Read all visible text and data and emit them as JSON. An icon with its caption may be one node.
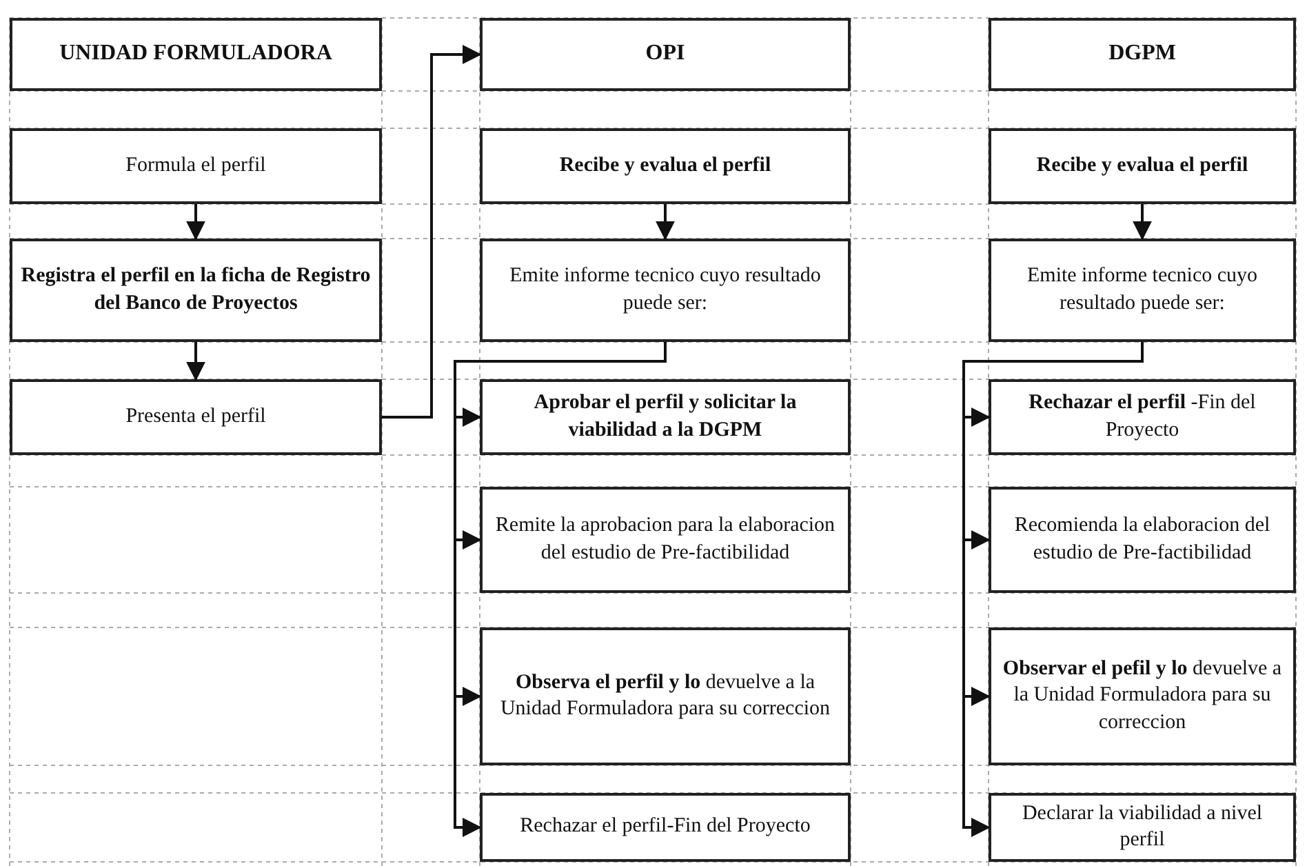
{
  "diagram": {
    "nodes": [
      {
        "text": [
          "UNIDAD FORMULADORA"
        ]
      },
      {
        "text": [
          "OPI"
        ]
      },
      {
        "text": [
          "DGPM"
        ]
      },
      {
        "text": [
          "Formula el perfil"
        ]
      },
      {
        "text": [
          "Recibe y evalua el perfil"
        ]
      },
      {
        "text": [
          "Recibe y evalua el perfil"
        ]
      },
      {
        "text": [
          "Registra el perfil en la ficha de Registro del Banco de Proyectos"
        ]
      },
      {
        "text": [
          "Emite informe tecnico cuyo resultado puede ser:"
        ]
      },
      {
        "text": [
          "Emite informe tecnico cuyo resultado puede ser:"
        ]
      },
      {
        "text": [
          "Presenta el perfil"
        ]
      },
      {
        "text": [
          "Aprobar el perfil y solicitar la viabilidad a la DGPM"
        ]
      },
      {
        "text": [
          "**Rechazar el perfil** -Fin del Proyecto"
        ]
      },
      {
        "text": [
          "Remite la aprobacion para la elaboracion del estudio de Pre-factibilidad"
        ]
      },
      {
        "text": [
          "Recomienda la elaboracion del estudio de Pre-factibilidad"
        ]
      },
      {
        "text": [
          "**Observa el perfil y lo** devuelve a la Unidad Formuladora para su correccion"
        ]
      },
      {
        "text": [
          "**Observar el pefil y lo** devuelve a la Unidad Formuladora para su correccion"
        ]
      },
      {
        "text": [
          "Rechazar el perfil-Fin del Proyecto"
        ]
      },
      {
        "text": [
          "Declarar la viabilidad a nivel perfil"
        ]
      }
    ],
    "edges": [
      {
        "from": 3,
        "to": 6,
        "arrow": "to"
      },
      {
        "from": 6,
        "to": 9,
        "arrow": "to"
      },
      {
        "from": 9,
        "to": 1,
        "arrow": "to"
      },
      {
        "from": 4,
        "to": 7,
        "arrow": "to"
      },
      {
        "from": 5,
        "to": 8,
        "arrow": "to"
      },
      {
        "from": 7,
        "to": 10,
        "arrow": "to"
      },
      {
        "from": 7,
        "to": 12,
        "arrow": "to"
      },
      {
        "from": 7,
        "to": 14,
        "arrow": "to"
      },
      {
        "from": 7,
        "to": 16,
        "arrow": "to"
      },
      {
        "from": 8,
        "to": 11,
        "arrow": "to"
      },
      {
        "from": 8,
        "to": 13,
        "arrow": "to"
      },
      {
        "from": 8,
        "to": 15,
        "arrow": "to"
      },
      {
        "from": 8,
        "to": 17,
        "arrow": "to"
      }
    ]
  }
}
